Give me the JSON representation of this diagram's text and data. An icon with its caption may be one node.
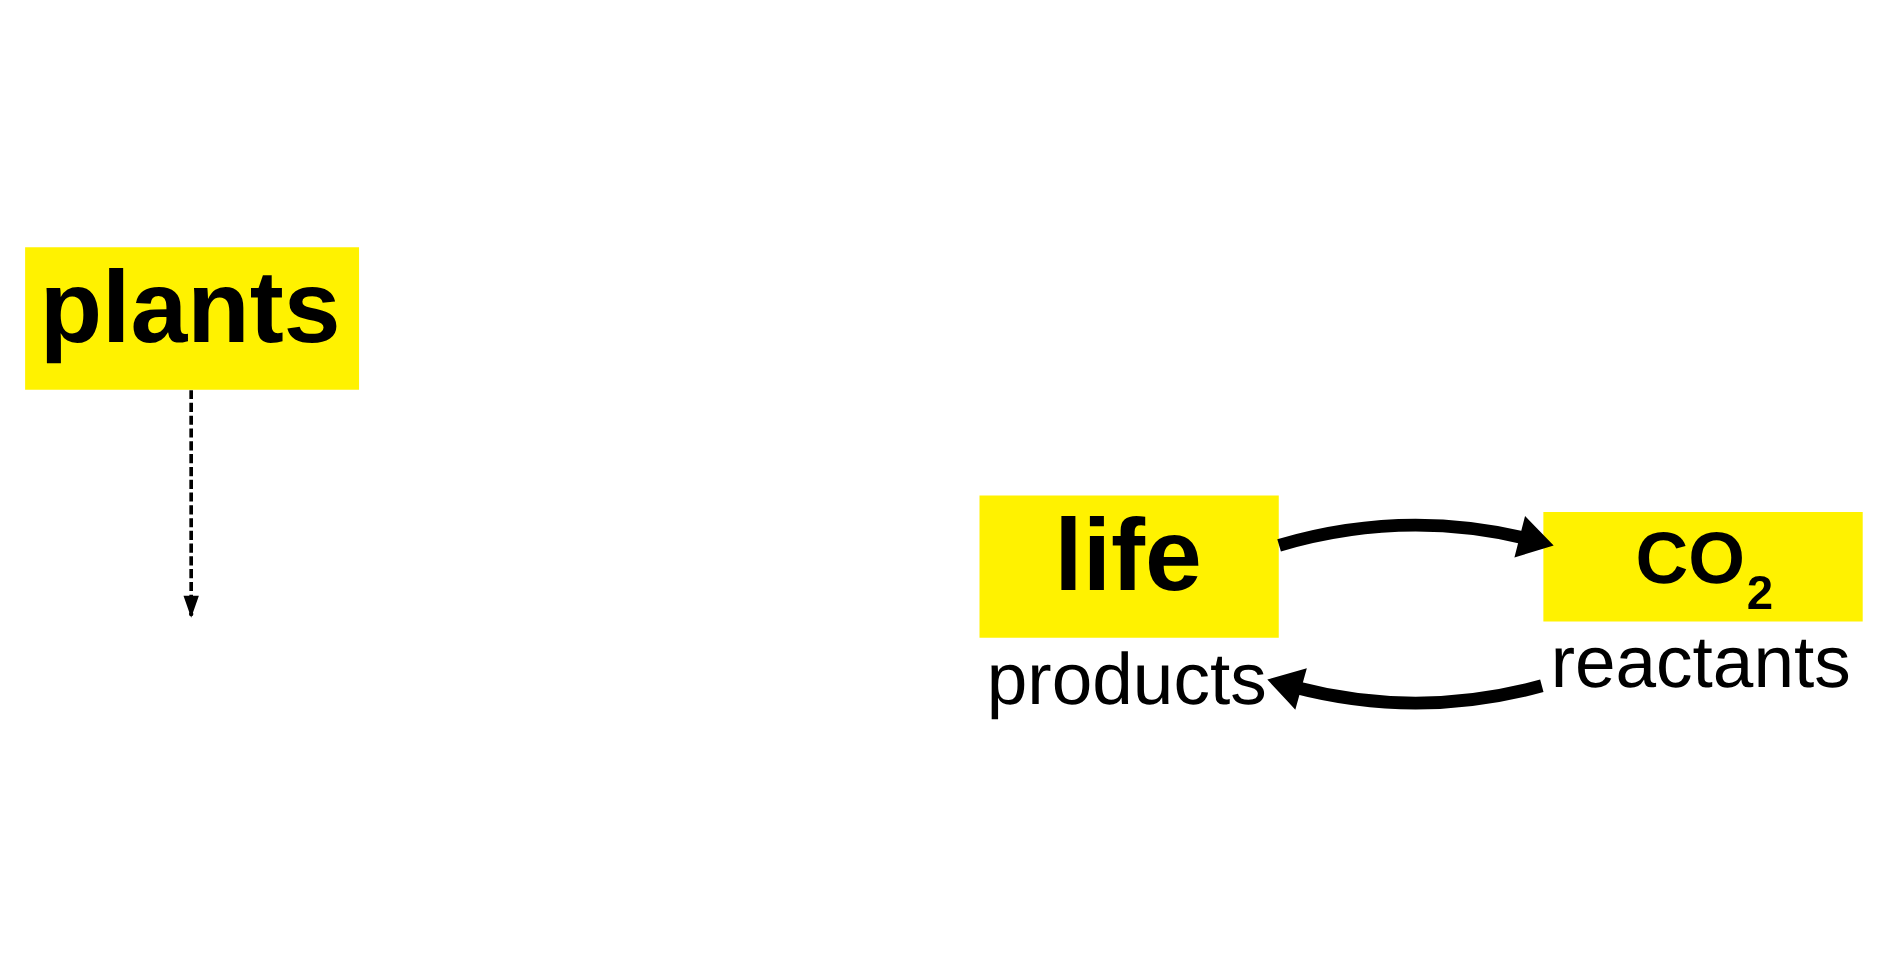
{
  "diagram": {
    "nodes": [
      {
        "text": [
          "plants"
        ]
      },
      {
        "text": [
          "CO$_{2}$"
        ],
        "beside": [
          "reactants"
        ]
      },
      {
        "text": [
          "life"
        ],
        "beside": [
          "products"
        ]
      }
    ],
    "edges": [
      {
        "from": 1,
        "to": 2,
        "arrow": "to"
      },
      {
        "from": 2,
        "to": 1,
        "arrow": "to"
      },
      {
        "from": 0,
        "to": null,
        "arrow": "to",
        "style": "dashed"
      }
    ]
  }
}
